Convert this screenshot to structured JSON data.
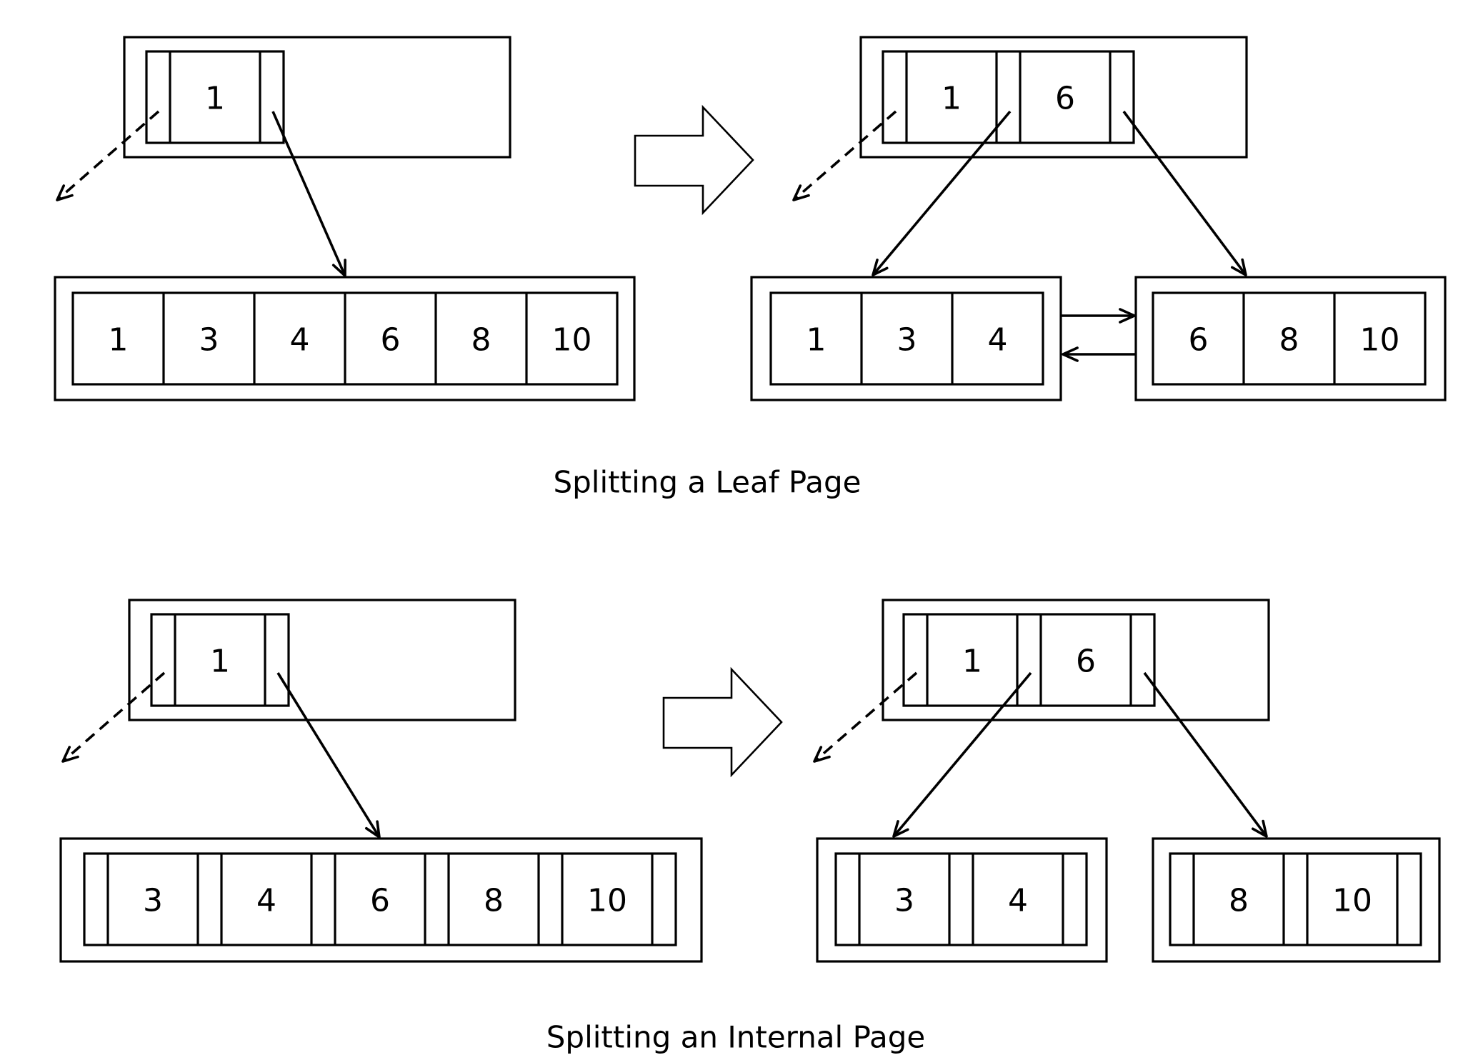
{
  "leaf_split": {
    "caption": "Splitting a Leaf Page",
    "before": {
      "parent_keys": [
        "1"
      ],
      "leaf_keys": [
        "1",
        "3",
        "4",
        "6",
        "8",
        "10"
      ]
    },
    "after": {
      "parent_keys": [
        "1",
        "6"
      ],
      "left_leaf_keys": [
        "1",
        "3",
        "4"
      ],
      "right_leaf_keys": [
        "6",
        "8",
        "10"
      ]
    }
  },
  "internal_split": {
    "caption": "Splitting an Internal Page",
    "before": {
      "parent_keys": [
        "1"
      ],
      "child_keys": [
        "3",
        "4",
        "6",
        "8",
        "10"
      ]
    },
    "after": {
      "parent_keys": [
        "1",
        "6"
      ],
      "left_child_keys": [
        "3",
        "4"
      ],
      "right_child_keys": [
        "8",
        "10"
      ]
    }
  }
}
